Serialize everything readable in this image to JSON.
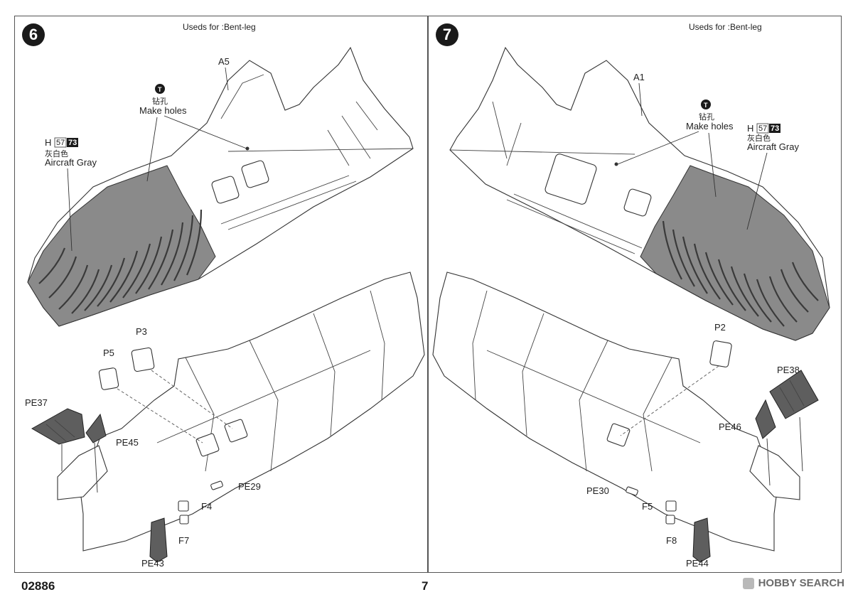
{
  "page": {
    "code": "02886",
    "number": "7"
  },
  "watermark": {
    "text": "HOBBY SEARCH"
  },
  "colors": {
    "aircraft_gray_swatch": "#8a8a8a",
    "dark_part": "#5e5e5e"
  },
  "steps": [
    {
      "number": "6",
      "note": "Useds for :Bent-leg",
      "paint": {
        "code": "H",
        "num1": "57",
        "num2": "73",
        "cn": "灰白色",
        "en": "Aircraft Gray"
      },
      "drill": {
        "icon": "drill-icon",
        "cn": "钻孔",
        "en": "Make holes"
      },
      "parts": {
        "a": "A5",
        "p3": "P3",
        "p5": "P5",
        "pe37": "PE37",
        "pe45": "PE45",
        "pe29": "PE29",
        "f4": "F4",
        "f7": "F7",
        "pe43": "PE43"
      }
    },
    {
      "number": "7",
      "note": "Useds for :Bent-leg",
      "paint": {
        "code": "H",
        "num1": "57",
        "num2": "73",
        "cn": "灰白色",
        "en": "Aircraft Gray"
      },
      "drill": {
        "icon": "drill-icon",
        "cn": "钻孔",
        "en": "Make holes"
      },
      "parts": {
        "a": "A1",
        "p2": "P2",
        "pe38": "PE38",
        "pe46": "PE46",
        "pe30": "PE30",
        "f5": "F5",
        "f8": "F8",
        "pe44": "PE44"
      }
    }
  ]
}
